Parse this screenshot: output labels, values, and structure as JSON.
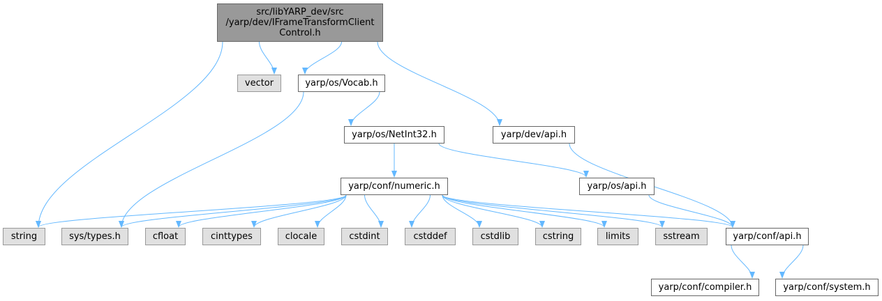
{
  "colors": {
    "edge": "#63b8ff",
    "root_fill": "#999999",
    "system_fill": "#e0e0e0",
    "local_fill": "#ffffff",
    "border": "#666666"
  },
  "nodes": {
    "root": "src/libYARP_dev/src\n/yarp/dev/IFrameTransformClient\nControl.h",
    "vector": "vector",
    "vocab": "yarp/os/Vocab.h",
    "netint32": "yarp/os/NetInt32.h",
    "dev_api": "yarp/dev/api.h",
    "numeric": "yarp/conf/numeric.h",
    "os_api": "yarp/os/api.h",
    "string": "string",
    "sys_types": "sys/types.h",
    "cfloat": "cfloat",
    "cinttypes": "cinttypes",
    "clocale": "clocale",
    "cstdint": "cstdint",
    "cstddef": "cstddef",
    "cstdlib": "cstdlib",
    "cstring": "cstring",
    "limits": "limits",
    "sstream": "sstream",
    "conf_api": "yarp/conf/api.h",
    "compiler": "yarp/conf/compiler.h",
    "system": "yarp/conf/system.h"
  },
  "edges": [
    [
      "root",
      "string"
    ],
    [
      "root",
      "vector"
    ],
    [
      "root",
      "vocab"
    ],
    [
      "root",
      "dev_api"
    ],
    [
      "vocab",
      "sys_types"
    ],
    [
      "vocab",
      "netint32"
    ],
    [
      "netint32",
      "numeric"
    ],
    [
      "netint32",
      "os_api"
    ],
    [
      "dev_api",
      "conf_api"
    ],
    [
      "os_api",
      "conf_api"
    ],
    [
      "numeric",
      "string"
    ],
    [
      "numeric",
      "sys_types"
    ],
    [
      "numeric",
      "cfloat"
    ],
    [
      "numeric",
      "cinttypes"
    ],
    [
      "numeric",
      "clocale"
    ],
    [
      "numeric",
      "cstdint"
    ],
    [
      "numeric",
      "cstddef"
    ],
    [
      "numeric",
      "cstdlib"
    ],
    [
      "numeric",
      "cstring"
    ],
    [
      "numeric",
      "limits"
    ],
    [
      "numeric",
      "sstream"
    ],
    [
      "numeric",
      "conf_api"
    ],
    [
      "conf_api",
      "compiler"
    ],
    [
      "conf_api",
      "system"
    ]
  ]
}
